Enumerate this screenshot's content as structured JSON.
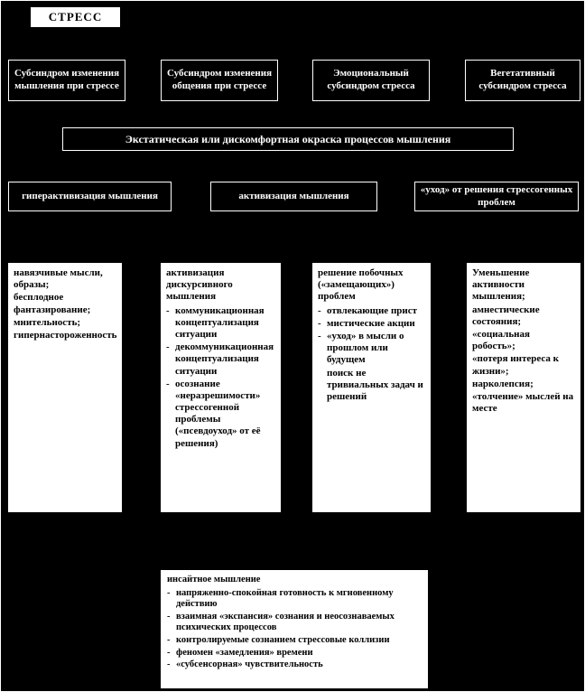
{
  "colors": {
    "background": "#000000",
    "box_fill_dark": "#000000",
    "box_fill_light": "#ffffff",
    "border": "#ffffff",
    "text_light": "#ffffff",
    "text_dark": "#000000"
  },
  "list_marker": "-",
  "title_box": {
    "label": "СТРЕСС"
  },
  "subsyndromes": [
    {
      "label": "Субсиндром изменения мышления при стрессе"
    },
    {
      "label": "Субсиндром изменения общения при стрессе"
    },
    {
      "label": "Эмоциональный субсиндром стресса"
    },
    {
      "label": "Вегетативный субсиндром стресса"
    }
  ],
  "banner": {
    "label": "Экстатическая или дискомфортная окраска процессов мышления"
  },
  "modes": [
    {
      "label": "гиперактивизация мышления"
    },
    {
      "label": "активизация мышления"
    },
    {
      "label": "«уход» от решения стрессогенных проблем"
    }
  ],
  "detail_boxes": [
    {
      "plain": [
        "навязчивые мысли, образы;",
        "бесплодное фантазирование;",
        "мнительность;",
        "гипернастороженность"
      ]
    },
    {
      "heading": "активизация дискурсивного мышления",
      "items": [
        "коммуникационная концептуализация ситуации",
        "декоммуникационная концептуализация ситуации",
        "осознание «неразрешимости» стрессогенной проблемы («псевдоуход» от её решения)"
      ]
    },
    {
      "heading": "решение побочных («замещающих») проблем",
      "items": [
        "отвлекающие прист",
        "мистические акции",
        "«уход» в мысли о прошлом или будущем"
      ],
      "footer": [
        "поиск не тривиальных задач и решений"
      ]
    },
    {
      "plain": [
        "Уменьшение активности мышления;",
        "амнестические состояния;",
        "«социальная робость»;",
        "«потеря интереса к жизни»;",
        "нарколепсия;",
        "«толчение» мыслей на месте"
      ]
    }
  ],
  "insight_box": {
    "heading": "инсайтное мышление",
    "items": [
      "напряженно-спокойная готовность к мгновенному действию",
      "взаимная «экспансия» сознания и неосознаваемых психических процессов",
      "контролируемые сознанием стрессовые коллизии",
      "феномен «замедления» времени",
      "«субсенсорная» чувствительность"
    ]
  }
}
